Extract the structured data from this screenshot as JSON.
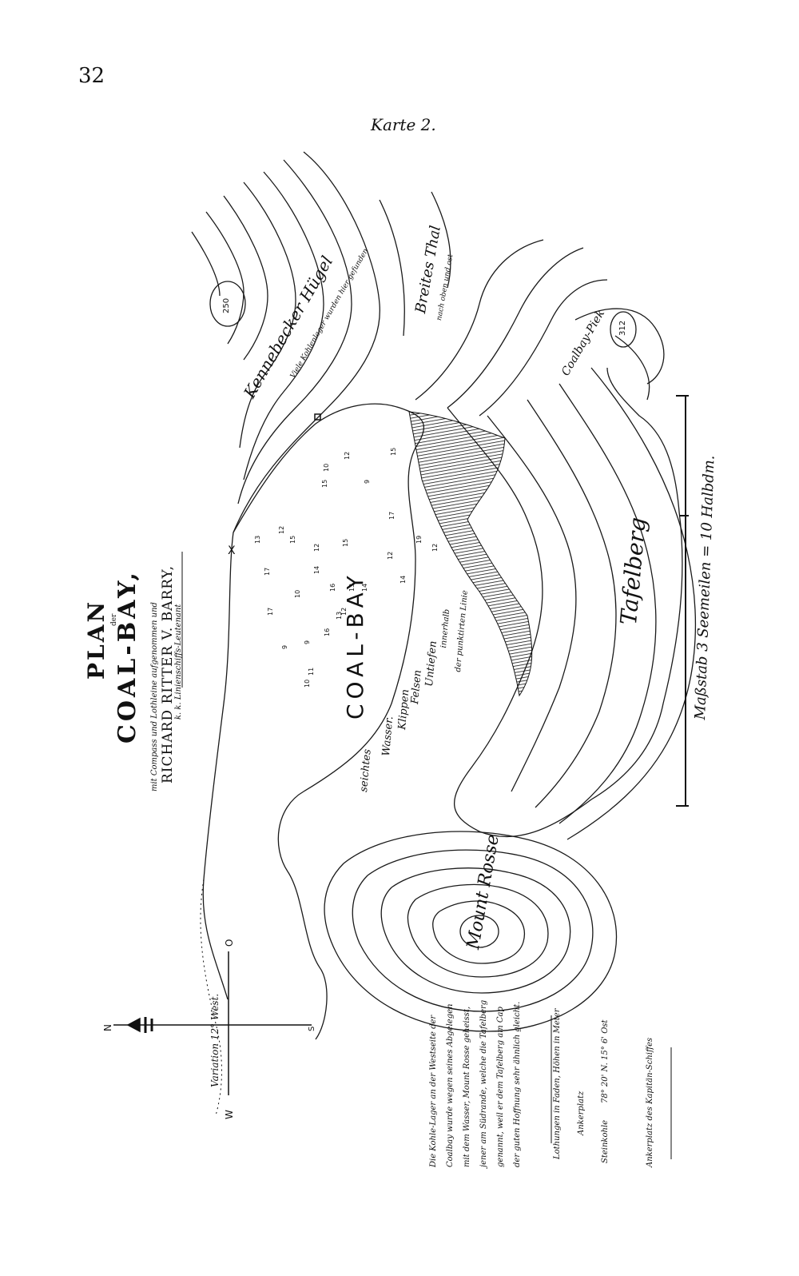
{
  "page": {
    "number": "32",
    "caption": "Karte 2."
  },
  "title_block": {
    "title": "PLAN",
    "subtitle_small": "der",
    "name": "COAL-BAY,",
    "line1": "mit Compass und Lothleine aufgenommen und",
    "author": "RICHARD RITTER V. BARRY,",
    "line2": "k. k. Linienschiffs-Leutenant"
  },
  "labels": {
    "bay_name": "COAL-BAY",
    "hill_left": "Kennebecker Hügel",
    "hill_left_note": "Viele Kohlenlager wurden hier gefunden",
    "spot_250": "250",
    "spot_312": "312",
    "valley": "Breites Thal",
    "valley_note": "nach oben und ost",
    "coalbay_peak": "Coalbay-Piek",
    "mountain_tafel": "Tafelberg",
    "mount_bottom": "Mount Rosse",
    "shallow_1": "seichtes",
    "shallow_2": "Wasser.",
    "shallow_3": "Klippen",
    "shallow_4": "Felsen",
    "shallow_5": "Untiefen",
    "dotted_1": "innerhalb",
    "dotted_2": "der punktirten Linie",
    "scale": "Maßstab 3 Seemeilen = 10 Halbdm.",
    "variation": "Variation 12° West.",
    "dir_n": "N",
    "dir_w": "W",
    "dir_o": "O",
    "dir_s": "S",
    "anchor_note": "Die Kohle-Lager an der Westseite der Coalbay wurde wegen seines Abgelegen mit dem Wasser, Mount Rosse geheisst, jener am Südrande, welche die Tafelberg genannt, weil er dem Tafelberg am Cap der guten Hoffnung sehr ähnlich gleicht.",
    "soundings_note": "Lothungen in Faden, Höhen in Meter",
    "legend_a": "Ankerplatz",
    "legend_b": "Steinkohle",
    "coords": "78° 20' N. 15° 6' Ost",
    "footer_note": "Ankerplatz des Kapitän-Schiffes"
  },
  "soundings": [
    "13",
    "12",
    "17",
    "15",
    "12",
    "17",
    "10",
    "14",
    "16",
    "9",
    "9",
    "16",
    "12",
    "14",
    "15",
    "15",
    "12",
    "9",
    "17",
    "12",
    "14",
    "19",
    "12",
    "10",
    "11",
    "13",
    "15",
    "10",
    "13"
  ],
  "colors": {
    "ink": "#111111",
    "paper": "#ffffff"
  }
}
